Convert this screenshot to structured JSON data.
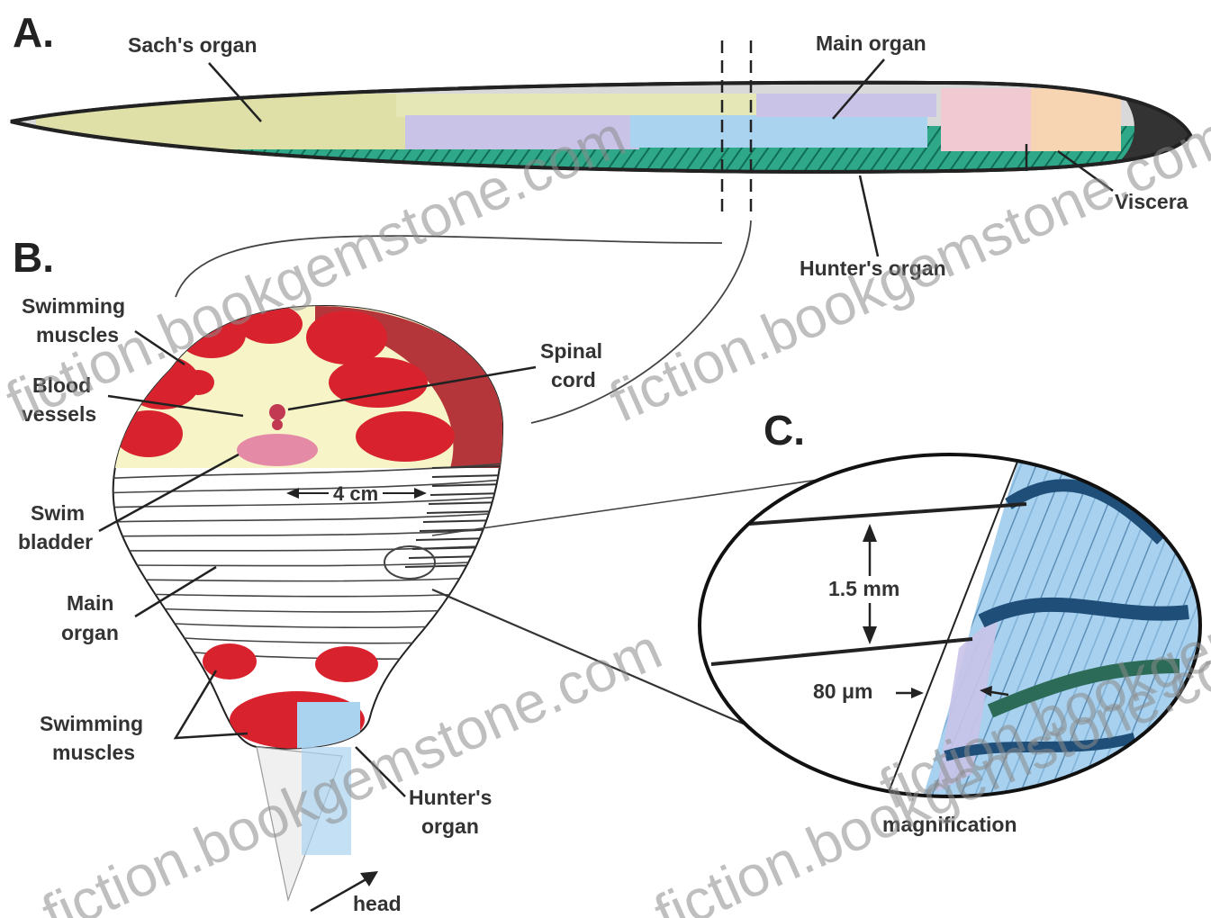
{
  "panels": {
    "a": "A.",
    "b": "B.",
    "c": "C."
  },
  "labels": {
    "sachs_organ": "Sach's organ",
    "main_organ_top": "Main organ",
    "viscera": "Viscera",
    "hunters_organ_top": "Hunter's organ",
    "swimming_muscles_top": [
      "Swimming",
      "muscles"
    ],
    "blood_vessels": [
      "Blood",
      "vessels"
    ],
    "spinal_cord": [
      "Spinal",
      "cord"
    ],
    "swim_bladder": [
      "Swim",
      "bladder"
    ],
    "main_organ_b": [
      "Main",
      "organ"
    ],
    "swimming_muscles_bottom": [
      "Swimming",
      "muscles"
    ],
    "hunters_organ_b": [
      "Hunter's",
      "organ"
    ],
    "head": "head",
    "width_4cm": "4 cm",
    "dim_1_5mm": "1.5 mm",
    "dim_80um": "80 μm",
    "magnification": "magnification"
  },
  "watermarks": [
    "fiction.bookgemstone.com",
    "fiction.bookgemstone.com",
    "fiction.bookgemstone.com",
    "fiction.bookgemstone.com",
    "fiction.bookgemstone.com"
  ],
  "colors": {
    "muscle_red": "#d8232e",
    "muscle_dark": "#b4363a",
    "cream": "#f7f4c8",
    "sachs_yellow": "#dfe0a8",
    "lavender": "#c9c3e8",
    "light_blue": "#a9d3ef",
    "pink": "#f1c9d3",
    "peach": "#f7d4b2",
    "skin_green": "#1f9c7a",
    "electrocyte_blue": "#a7d1ef",
    "outline": "#222222"
  }
}
